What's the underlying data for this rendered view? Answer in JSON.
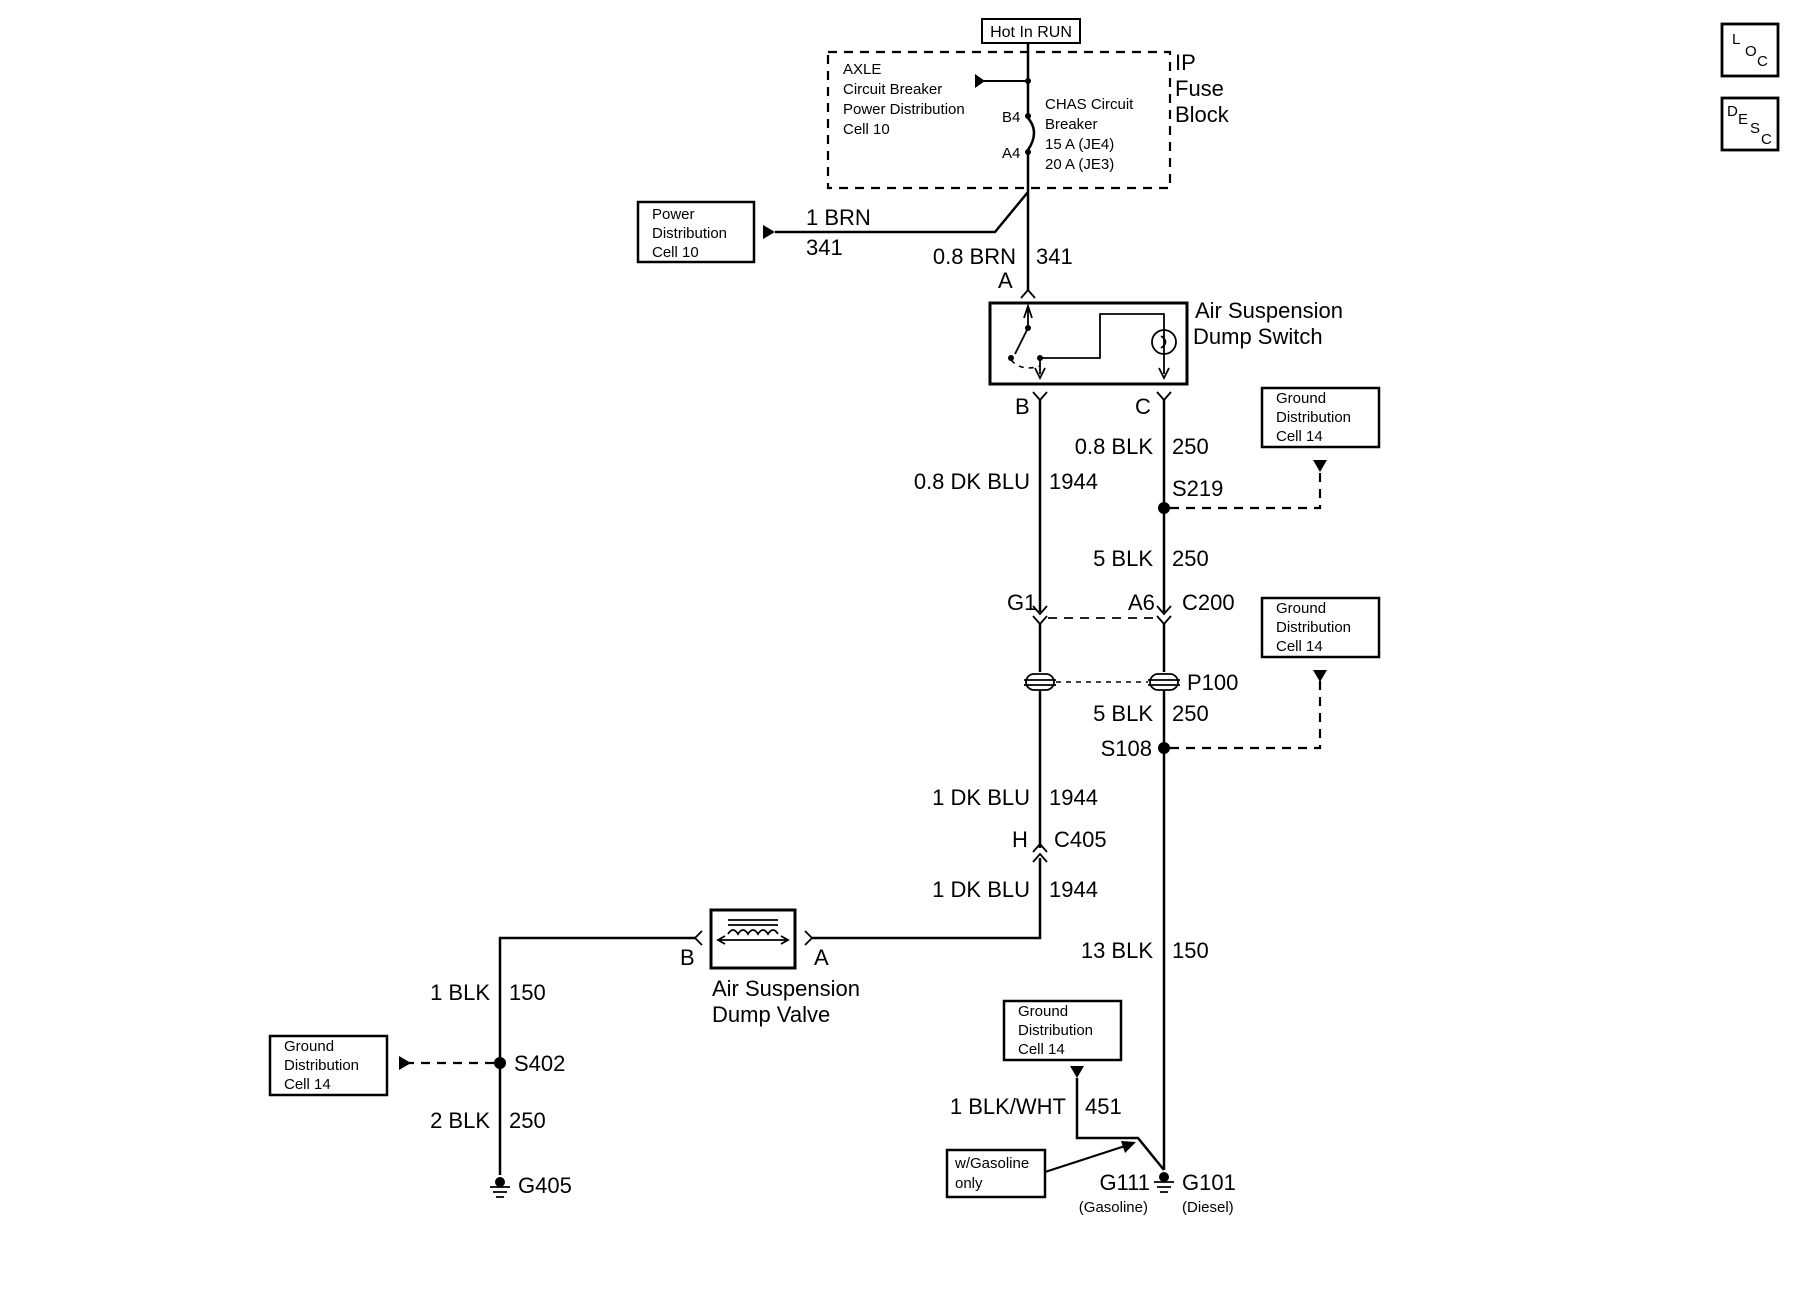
{
  "hot_in_run": "Hot In RUN",
  "ip_fuse_block": {
    "line1": "IP",
    "line2": "Fuse",
    "line3": "Block"
  },
  "axle_ref": {
    "line1": "AXLE",
    "line2": "Circuit Breaker",
    "line3": "Power Distribution",
    "line4": "Cell 10"
  },
  "chas_breaker": {
    "line1": "CHAS Circuit",
    "line2": "Breaker",
    "line3": "15 A (JE4)",
    "line4": "20 A (JE3)",
    "pin_top": "B4",
    "pin_bottom": "A4"
  },
  "power_dist_box": {
    "line1": "Power",
    "line2": "Distribution",
    "line3": "Cell 10"
  },
  "wire_1brn": {
    "size_color": "1 BRN",
    "circuit": "341"
  },
  "wire_08brn": {
    "size_color": "0.8 BRN",
    "circuit": "341"
  },
  "dump_switch": {
    "line1": "Air Suspension",
    "line2": "Dump Switch",
    "pin_a": "A",
    "pin_b": "B",
    "pin_c": "C"
  },
  "wire_08blk": {
    "size_color": "0.8 BLK",
    "circuit": "250"
  },
  "wire_08dkblu": {
    "size_color": "0.8 DK BLU",
    "circuit": "1944"
  },
  "splice_s219": "S219",
  "ground_box_1": {
    "line1": "Ground",
    "line2": "Distribution",
    "line3": "Cell 14"
  },
  "wire_5blk_1": {
    "size_color": "5 BLK",
    "circuit": "250"
  },
  "c200": {
    "pin_left": "G1",
    "pin_right": "A6",
    "name": "C200"
  },
  "ground_box_2": {
    "line1": "Ground",
    "line2": "Distribution",
    "line3": "Cell 14"
  },
  "p100": "P100",
  "wire_5blk_2": {
    "size_color": "5 BLK",
    "circuit": "250"
  },
  "splice_s108": "S108",
  "wire_1dkblu_1": {
    "size_color": "1 DK BLU",
    "circuit": "1944"
  },
  "c405": {
    "pin": "H",
    "name": "C405"
  },
  "wire_1dkblu_2": {
    "size_color": "1 DK BLU",
    "circuit": "1944"
  },
  "dump_valve": {
    "line1": "Air Suspension",
    "line2": "Dump Valve",
    "pin_a": "A",
    "pin_b": "B"
  },
  "wire_13blk": {
    "size_color": "13 BLK",
    "circuit": "150"
  },
  "wire_1blk": {
    "size_color": "1 BLK",
    "circuit": "150"
  },
  "ground_box_3": {
    "line1": "Ground",
    "line2": "Distribution",
    "line3": "Cell 14"
  },
  "splice_s402": "S402",
  "wire_2blk": {
    "size_color": "2 BLK",
    "circuit": "250"
  },
  "ground_g405": "G405",
  "ground_box_4": {
    "line1": "Ground",
    "line2": "Distribution",
    "line3": "Cell 14"
  },
  "wire_1blkwht": {
    "size_color": "1 BLK/WHT",
    "circuit": "451"
  },
  "gasoline_only": {
    "line1": "w/Gasoline",
    "line2": "only"
  },
  "ground_g111": {
    "name": "G111",
    "note": "(Gasoline)"
  },
  "ground_g101": {
    "name": "G101",
    "note": "(Diesel)"
  },
  "loc_icon": {
    "l": "L",
    "o": "O",
    "c": "C"
  },
  "desc_icon": {
    "d": "D",
    "e": "E",
    "s": "S",
    "c": "C"
  }
}
